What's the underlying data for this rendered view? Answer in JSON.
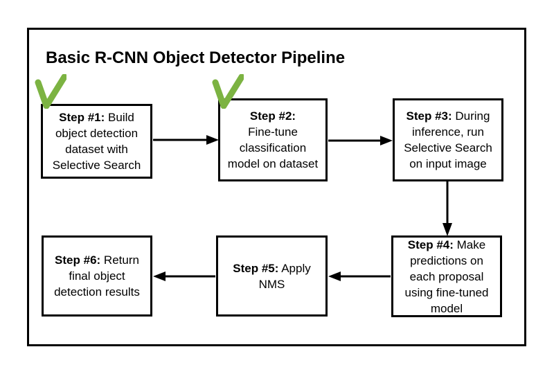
{
  "title": "Basic R-CNN Object Detector Pipeline",
  "colors": {
    "checkmark_green": "#7CB342",
    "line_black": "#000000",
    "background": "#FFFFFF"
  },
  "steps": [
    {
      "bold": "Step #1:",
      "checked": true,
      "lines": [
        "Step #1: Build",
        "object detection",
        "dataset with",
        "Selective Search"
      ]
    },
    {
      "bold": "Step #2:",
      "checked": true,
      "lines": [
        "Step #2:",
        "Fine-tune",
        "classification",
        "model on dataset"
      ]
    },
    {
      "bold": "Step #3:",
      "checked": false,
      "lines": [
        "Step #3: During",
        "inference, run",
        "Selective Search",
        "on input image"
      ]
    },
    {
      "bold": "Step #4:",
      "checked": false,
      "lines": [
        "Step #4: Make",
        "predictions on",
        "each proposal",
        "using fine-tuned",
        "model"
      ]
    },
    {
      "bold": "Step #5:",
      "checked": false,
      "lines": [
        "Step #5: Apply",
        "NMS"
      ]
    },
    {
      "bold": "Step #6:",
      "checked": false,
      "lines": [
        "Step #6: Return",
        "final object",
        "detection results"
      ]
    }
  ]
}
